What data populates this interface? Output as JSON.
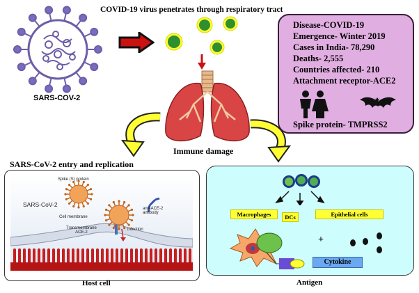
{
  "virus": {
    "label": "SARS-COV-2"
  },
  "top_caption": "COVID-19 virus penetrates through respiratory tract",
  "immune_damage": "Immune damage",
  "info": {
    "lines": [
      "Disease-COVID-19",
      "Emergence- Winter 2019",
      "Cases in India- 78,290",
      "Deaths- 2,555",
      "Countries affected- 210",
      "Attachment receptor-ACE2"
    ],
    "spike": "Spike protein- TMPRSS2"
  },
  "left_panel": {
    "title": "SARS-CoV-2 entry and replication",
    "caption": "Host cell",
    "inner": {
      "spike_label": "Spike (S) protein",
      "virus_label": "SARS-CoV-2",
      "antibody_label": "anti-ACE-2\nantibody",
      "membrane_label": "Cell membrane",
      "receptor_label": "Transmembrane\nACE-2",
      "infection_label": "Infection"
    }
  },
  "right_panel": {
    "caption": "Antigen",
    "cells": [
      "Macrophages",
      "DCs",
      "Epithelial  cells"
    ],
    "plus": "+",
    "cytokine": "Cytokine"
  },
  "colors": {
    "info_bg": "#e0aee0",
    "panel_right_bg": "#cdfdfd",
    "yellow": "#ffff33",
    "red_arrow": "#cc1111"
  }
}
